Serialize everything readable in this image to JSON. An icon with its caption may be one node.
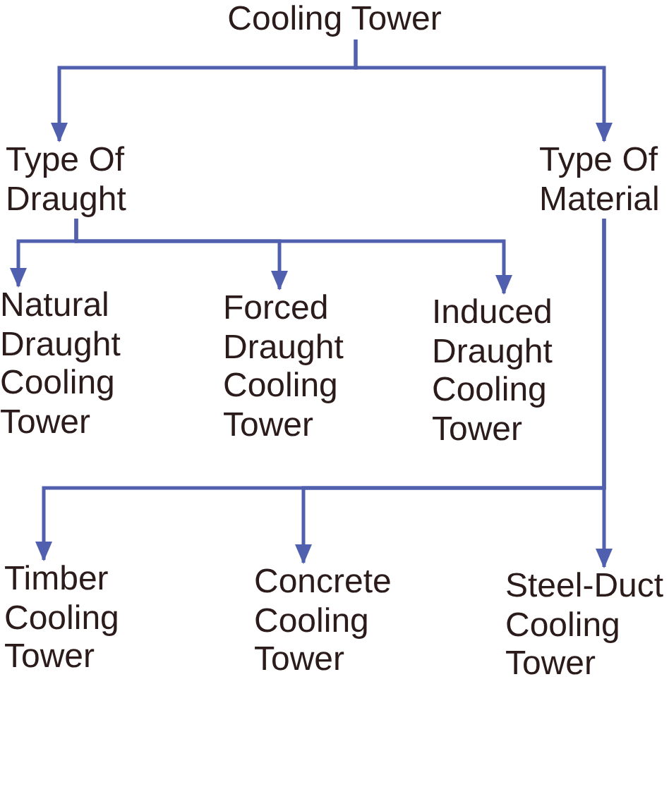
{
  "diagram": {
    "nodes": [
      {
        "text": [
          "Cooling Tower"
        ]
      },
      {
        "text": [
          "Type Of Draught"
        ]
      },
      {
        "text": [
          "Type Of Material"
        ]
      },
      {
        "text": [
          "Natural Draught Cooling Tower"
        ]
      },
      {
        "text": [
          "Forced Draught Cooling Tower"
        ]
      },
      {
        "text": [
          "Induced Draught Cooling Tower"
        ]
      },
      {
        "text": [
          "Timber Cooling Tower"
        ]
      },
      {
        "text": [
          "Concrete Cooling Tower"
        ]
      },
      {
        "text": [
          "Steel-Duct Cooling Tower"
        ]
      }
    ],
    "edges": [
      {
        "from": 0,
        "to": 1,
        "arrow": "to"
      },
      {
        "from": 0,
        "to": 2,
        "arrow": "to"
      },
      {
        "from": 1,
        "to": 3,
        "arrow": "to"
      },
      {
        "from": 1,
        "to": 4,
        "arrow": "to"
      },
      {
        "from": 1,
        "to": 5,
        "arrow": "to"
      },
      {
        "from": 2,
        "to": 6,
        "arrow": "to"
      },
      {
        "from": 2,
        "to": 7,
        "arrow": "to"
      },
      {
        "from": 2,
        "to": 8,
        "arrow": "to"
      }
    ]
  }
}
